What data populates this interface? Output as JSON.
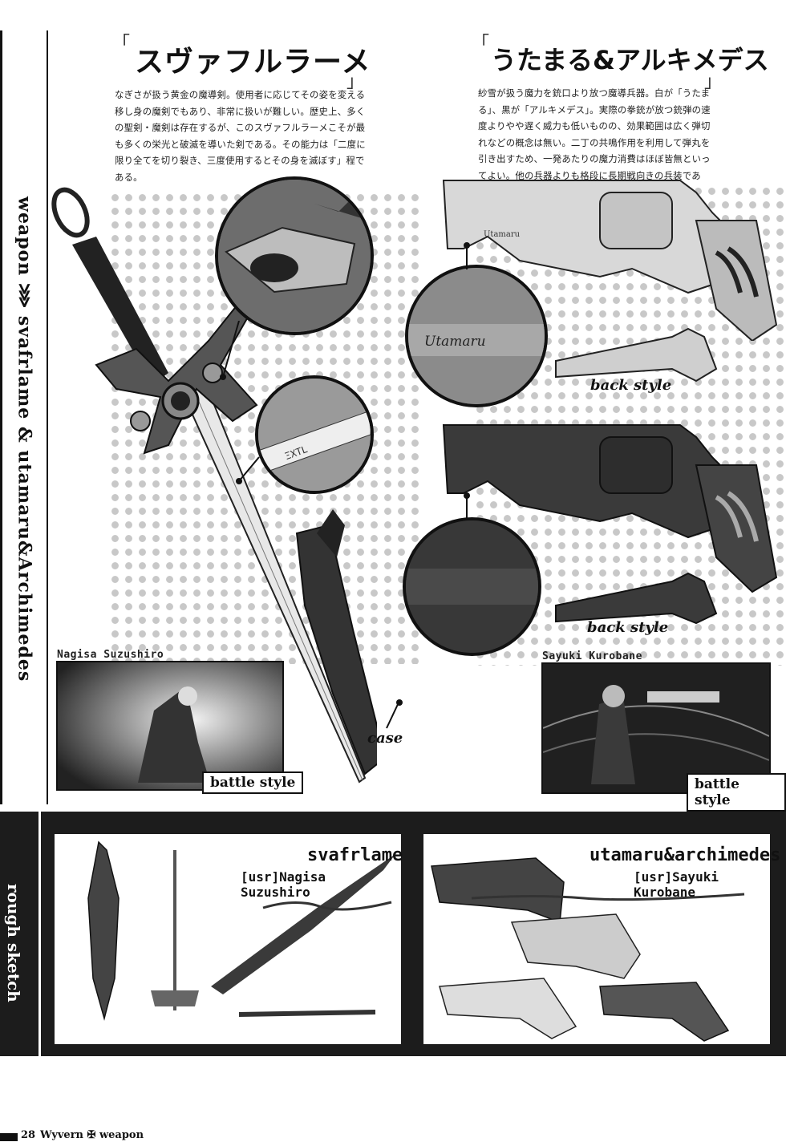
{
  "sidebar": {
    "top_label": "weapon ⋙ svafrlame & utamaru&Archimedes",
    "bottom_label": "rough sketch"
  },
  "left_section": {
    "title": "スヴァフルラーメ",
    "description": "なぎさが扱う黄金の魔導剣。使用者に応じてその姿を変える移し身の魔剣でもあり、非常に扱いが難しい。歴史上、多くの聖剣・魔剣は存在するが、このスヴァフルラーメこそが最も多くの栄光と破滅を導いた剣である。その能力は「二度に限り全てを切り裂き、三度使用するとその身を滅ぼす」程である。",
    "case_label": "case",
    "character_name": "Nagisa Suzushiro",
    "battle_label": "battle style"
  },
  "right_section": {
    "title": "うたまる&アルキメデス",
    "description": "紗雪が扱う魔力を銃口より放つ魔導兵器。白が「うたまる」、黒が「アルキメデス」。実際の拳銃が放つ銃弾の速度よりやや遅く威力も低いものの、効果範囲は広く弾切れなどの概念は無い。二丁の共鳴作用を利用して弾丸を引き出すため、一発あたりの魔力消費はほぼ皆無といってよい。他の兵器よりも格段に長期戦向きの兵装である。",
    "engraving": "Utamaru",
    "back_label_1": "back style",
    "back_label_2": "back style",
    "character_name": "Sayuki Kurobane",
    "battle_label": "battle style"
  },
  "rough_sketch": {
    "left_card": {
      "name": "svafrlame",
      "user": "[usr]Nagisa Suzushiro"
    },
    "right_card": {
      "name": "utamaru&archimedes",
      "user": "[usr]Sayuki Kurobane"
    }
  },
  "footer": {
    "page_number": "28",
    "book_title": "Wyvern ✠ weapon"
  },
  "colors": {
    "ink": "#111111",
    "dots": "#c8c8c8",
    "band": "#1c1c1c"
  }
}
